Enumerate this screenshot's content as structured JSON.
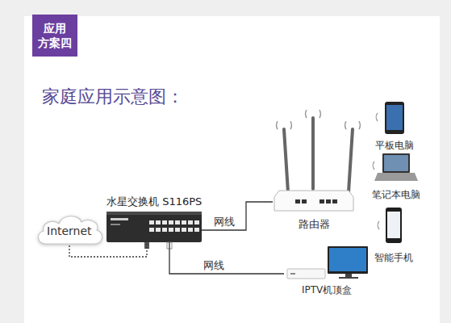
{
  "diagram": {
    "title": "家庭应用示意图：",
    "nodes": [
      {
        "text": [
          "应用 方案四"
        ]
      },
      {
        "text": [
          "路由器"
        ]
      },
      {
        "text": [
          "平板电脑"
        ]
      },
      {
        "text": [
          "笔记本电脑"
        ]
      },
      {
        "text": [
          "水星交换机 S116PS"
        ]
      },
      {
        "text": [
          "Internet"
        ]
      },
      {
        "text": [
          "智能手机"
        ]
      },
      {
        "text": [
          "IPTV机顶盒"
        ]
      }
    ],
    "edges": [
      {
        "from": 5,
        "to": 4,
        "arrow": "none"
      },
      {
        "from": 4,
        "to": 1,
        "label": "网线",
        "arrow": "none"
      },
      {
        "from": 4,
        "to": 7,
        "label": "网线",
        "arrow": "none"
      }
    ]
  }
}
